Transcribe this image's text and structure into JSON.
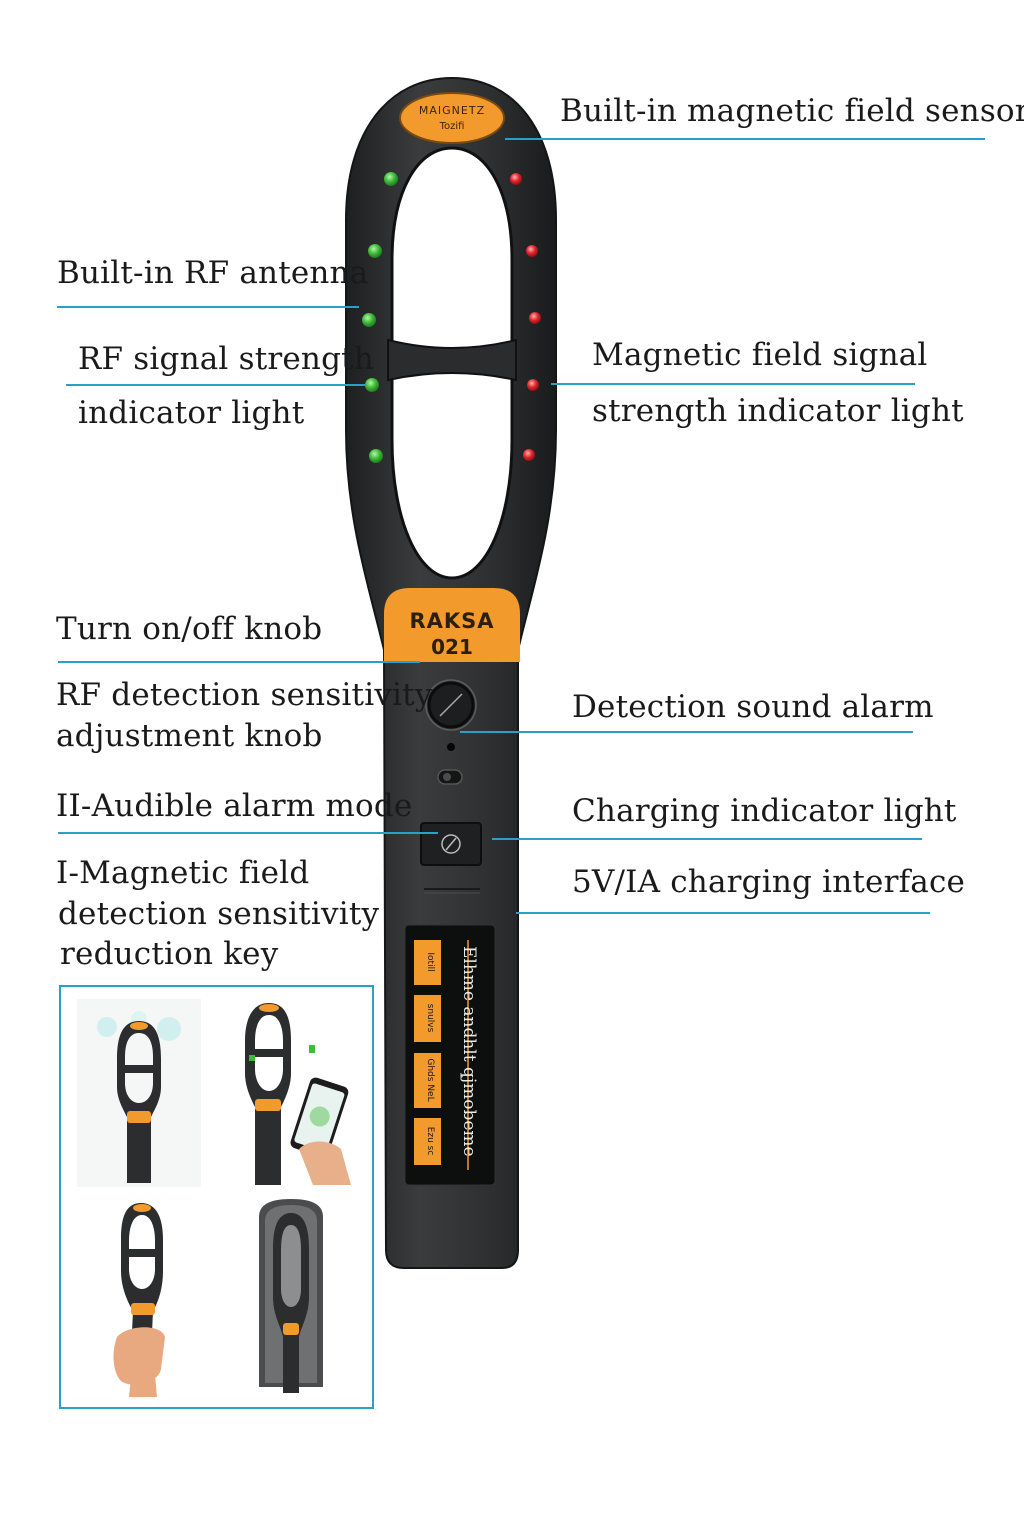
{
  "labels": {
    "mag_sensor": "Built-in magnetic field sensor",
    "rf_antenna": "Built-in RF antenna",
    "rf_indicator_1": "RF signal strength",
    "rf_indicator_2": "indicator light",
    "mag_indicator_1": "Magnetic field signal",
    "mag_indicator_2": "strength indicator light",
    "power_knob": "Turn on/off knob",
    "rf_sens_1": "RF detection sensitivity",
    "rf_sens_2": "adjustment knob",
    "sound_alarm": "Detection sound alarm",
    "audible_mode": "II-Audible alarm mode",
    "charging_light": "Charging indicator light",
    "mag_reduce_1": "I-Magnetic field",
    "mag_reduce_2": "detection sensitivity",
    "mag_reduce_3": "reduction key",
    "charging_port": "5V/IA charging interface"
  },
  "device": {
    "top_badge_1": "MAIGNETZ",
    "top_badge_2": "Tozifi",
    "brand": "RAKSA",
    "model": "021",
    "panel_title": "Elhme andhlt qjmobeme",
    "panel_tags": [
      "Iotill",
      "snulvs",
      "Ghds NeL",
      "Ezu sc"
    ]
  },
  "colors": {
    "accent_line": "#2a9fc7",
    "body": "#2b2d2e",
    "orange": "#f39a2c",
    "led_green": "#3dbb3a",
    "led_red": "#e0262b"
  }
}
